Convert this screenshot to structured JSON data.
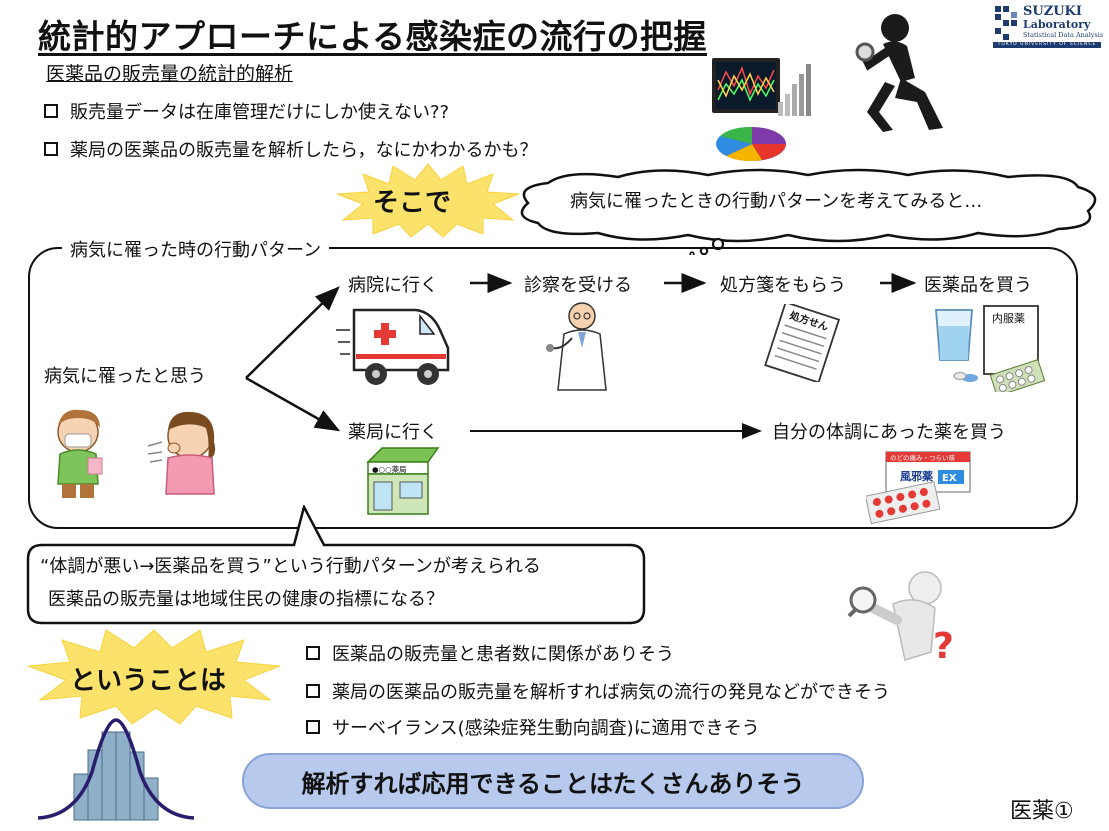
{
  "title": "統計的アプローチによる感染症の流行の把握",
  "subtitle": "医薬品の販売量の統計的解析",
  "logo": {
    "name": "SUZUKI",
    "sub": "Laboratory",
    "sub2": "Statistical Data Analysis",
    "bar": "TOKYO UNIVERSITY OF SCIENCE"
  },
  "top_bullets": [
    "販売量データは在庫管理だけにしか使えない??",
    "薬局の医薬品の販売量を解析したら，なにかわかるかも？"
  ],
  "sokode": "そこで",
  "thought_cloud": "病気に罹ったときの行動パターンを考えてみると…",
  "panel": {
    "label": "病気に罹った時の行動パターン",
    "start": "病気に罹ったと思う",
    "hospital_path": [
      "病院に行く",
      "診察を受ける",
      "処方箋をもらう",
      "医薬品を買う"
    ],
    "pharmacy_path": [
      "薬局に行く",
      "自分の体調にあった薬を買う"
    ],
    "prescription_text": "処方せん",
    "medicine_label": "内服薬",
    "pharmacy_sign": "●○○薬局",
    "box_label": "風邪薬",
    "box_ex": "EX",
    "box_top": "のどの痛み・つらい咳"
  },
  "callout": [
    "“体調が悪い→医薬品を買う”という行動パターンが考えられる",
    "医薬品の販売量は地域住民の健康の指標になる？"
  ],
  "toiukotowa": "ということは",
  "bottom_bullets": [
    "医薬品の販売量と患者数に関係がありそう",
    "薬局の医薬品の販売量を解析すれば病気の流行の発見などができそう",
    "サーベイランス(感染症発生動向調査)に適用できそう"
  ],
  "banner": "解析すれば応用できることはたくさんありそう",
  "footer": "医薬①",
  "colors": {
    "starburst": "#fbe26a",
    "banner": "#b7c9ec",
    "logo": "#1d3b6e"
  }
}
